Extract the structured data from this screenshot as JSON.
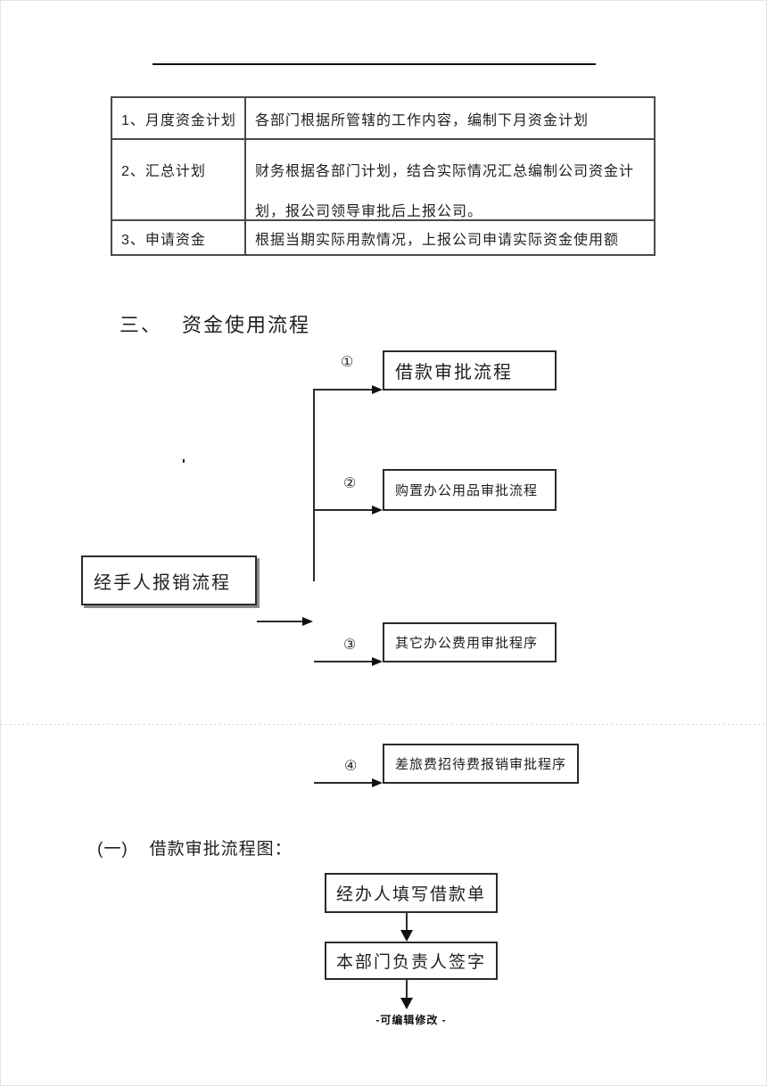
{
  "colors": {
    "ink": "#1f1f1f",
    "table_border": "#4a4a4a",
    "box_border": "#2b2b2b",
    "page_break_dots": "#b0b0b0"
  },
  "table": {
    "rows": [
      {
        "label": "1、月度资金计划",
        "content": [
          "各部门根据所管辖的工作内容，编制下月资金计划"
        ]
      },
      {
        "label": "2、汇总计划",
        "content": [
          "财务根据各部门计划，结合实际情况汇总编制公司资金计",
          "划，报公司领导审批后上报公司。"
        ]
      },
      {
        "label": "3、申请资金",
        "content": [
          "根据当期实际用款情况，上报公司申请实际资金使用额"
        ]
      }
    ]
  },
  "section_heading": {
    "number": "三、",
    "title": "资金使用流程"
  },
  "flowchart": {
    "stray_mark": "'",
    "source_box": "经手人报销流程",
    "branches": [
      {
        "marker": "①",
        "label": "借款审批流程"
      },
      {
        "marker": "②",
        "label": "购置办公用品审批流程"
      },
      {
        "marker": "③",
        "label": "其它办公费用审批程序"
      },
      {
        "marker": "④",
        "label": "差旅费招待费报销审批程序"
      }
    ]
  },
  "subsection_heading": {
    "number": "(一)",
    "title": "借款审批流程图："
  },
  "borrow_flow": {
    "steps": [
      "经办人填写借款单",
      "本部门负责人签字"
    ]
  },
  "footer": {
    "note": "-可编辑修改 -"
  }
}
